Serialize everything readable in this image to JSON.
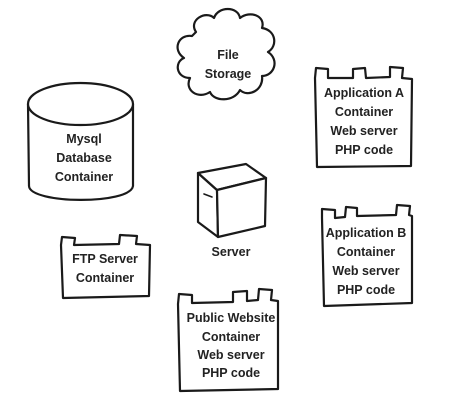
{
  "diagram": {
    "file_storage": {
      "lines": [
        "File",
        "Storage"
      ]
    },
    "app_a": {
      "lines": [
        "Application A",
        "Container",
        "Web server",
        "PHP code"
      ]
    },
    "mysql": {
      "lines": [
        "Mysql",
        "Database",
        "Container"
      ]
    },
    "server": {
      "label": "Server"
    },
    "ftp": {
      "lines": [
        "FTP Server",
        "Container"
      ]
    },
    "app_b": {
      "lines": [
        "Application B",
        "Container",
        "Web server",
        "PHP code"
      ]
    },
    "public_site": {
      "lines": [
        "Public Website",
        "Container",
        "Web server",
        "PHP code"
      ]
    }
  }
}
